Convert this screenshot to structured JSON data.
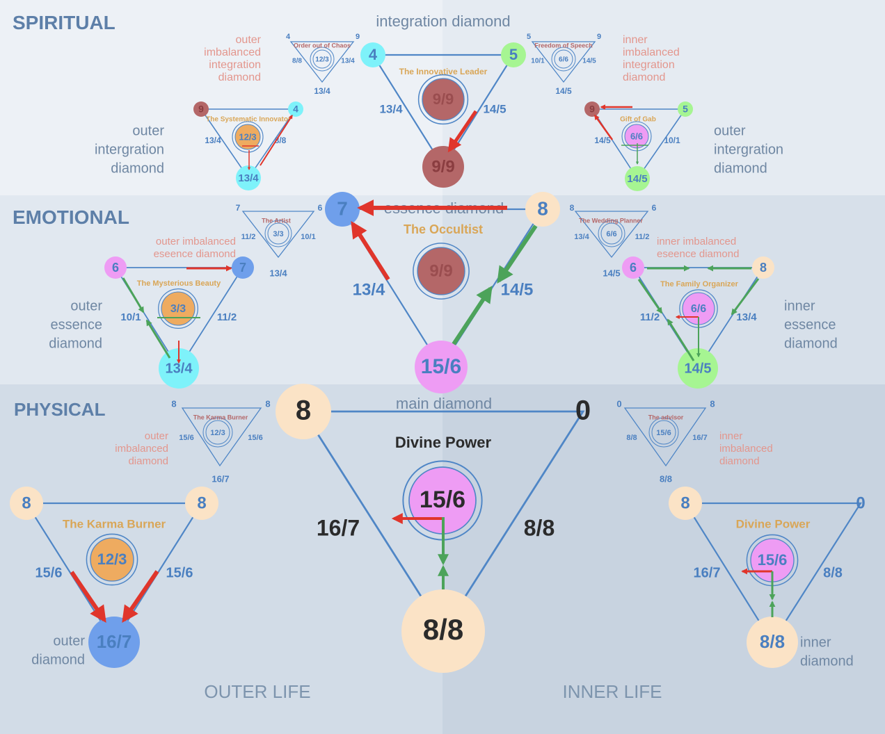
{
  "sections": {
    "spiritual": "SPIRITUAL",
    "emotional": "EMOTIONAL",
    "physical": "PHYSICAL"
  },
  "footer": {
    "outer_life": "OUTER LIFE",
    "inner_life": "INNER LIFE"
  },
  "colors": {
    "blue": "#4a7fc0",
    "stroke": "#4f86c6",
    "red": "#e0352b",
    "green": "#4ca35a",
    "gold": "#d9a657",
    "muted_red": "#e3968d",
    "cyan": "#7ef2fa",
    "lime": "#a6f592",
    "pink": "#ee9cf4",
    "peach": "#fbe3c6",
    "orange": "#eeab60",
    "maroon": "#b46768",
    "sky": "#6f9feb"
  },
  "labels": {
    "integration_diamond": "integration diamond",
    "essence_diamond": "essence diamond",
    "main_diamond": "main diamond",
    "outer_imbalanced_integration": [
      "outer",
      "imbalanced",
      "integration",
      "diamond"
    ],
    "inner_imbalanced_integration": [
      "inner",
      "imbalanced",
      "integration",
      "diamond"
    ],
    "outer_integration": [
      "outer",
      "intergration",
      "diamond"
    ],
    "inner_integration": [
      "outer",
      "intergration",
      "diamond"
    ],
    "outer_imbalanced_essence": [
      "outer imbalanced",
      "eseence diamond"
    ],
    "inner_imbalanced_essence": [
      "inner imbalanced",
      "eseence diamond"
    ],
    "outer_essence": [
      "outer",
      "essence",
      "diamond"
    ],
    "inner_essence": [
      "inner",
      "essence",
      "diamond"
    ],
    "outer_imbalanced_physical": [
      "outer",
      "imbalanced",
      "diamond"
    ],
    "inner_imbalanced_physical": [
      "inner",
      "imbalanced",
      "diamond"
    ],
    "outer_diamond": [
      "outer",
      "diamond"
    ],
    "inner_diamond": [
      "inner",
      "diamond"
    ]
  },
  "diagrams": {
    "sp_main": {
      "title": "The Innovative Leader",
      "left": "4",
      "right": "5",
      "center": "9/9",
      "side_left": "13/4",
      "side_right": "14/5",
      "bottom": "9/9"
    },
    "sp_outer_imb": {
      "title": "Order out of Chaos",
      "left": "4",
      "right": "9",
      "center": "12/3",
      "side_left": "8/8",
      "side_right": "13/4",
      "bottom": "13/4"
    },
    "sp_inner_imb": {
      "title": "Freedom of Speech",
      "left": "5",
      "right": "9",
      "center": "6/6",
      "side_left": "10/1",
      "side_right": "14/5",
      "bottom": "14/5"
    },
    "sp_outer": {
      "title": "The Systematic Innovator",
      "left": "9",
      "right": "4",
      "center": "12/3",
      "side_left": "13/4",
      "side_right": "8/8",
      "bottom": "13/4"
    },
    "sp_inner": {
      "title": "Gift of Gab",
      "left": "9",
      "right": "5",
      "center": "6/6",
      "side_left": "14/5",
      "side_right": "10/1",
      "bottom": "14/5"
    },
    "em_main": {
      "title": "The Occultist",
      "left": "7",
      "right": "8",
      "center": "9/9",
      "side_left": "13/4",
      "side_right": "14/5",
      "bottom": "15/6"
    },
    "em_outer_imb": {
      "title": "The Artist",
      "left": "7",
      "right": "6",
      "center": "3/3",
      "side_left": "11/2",
      "side_right": "10/1",
      "bottom": "13/4"
    },
    "em_inner_imb": {
      "title": "The Wedding Planner",
      "left": "8",
      "right": "6",
      "center": "6/6",
      "side_left": "13/4",
      "side_right": "11/2",
      "bottom": "14/5"
    },
    "em_outer": {
      "title": "The Mysterious Beauty",
      "left": "6",
      "right": "7",
      "center": "3/3",
      "side_left": "10/1",
      "side_right": "11/2",
      "bottom": "13/4"
    },
    "em_inner": {
      "title": "The Family Organizer",
      "left": "6",
      "right": "8",
      "center": "6/6",
      "side_left": "11/2",
      "side_right": "13/4",
      "bottom": "14/5"
    },
    "ph_main": {
      "title": "Divine Power",
      "left": "8",
      "right": "0",
      "center": "15/6",
      "side_left": "16/7",
      "side_right": "8/8",
      "bottom": "8/8"
    },
    "ph_outer_imb": {
      "title": "The Karma Burner",
      "left": "8",
      "right": "8",
      "center": "12/3",
      "side_left": "15/6",
      "side_right": "15/6",
      "bottom": "16/7"
    },
    "ph_inner_imb": {
      "title": "The advisor",
      "left": "0",
      "right": "8",
      "center": "15/6",
      "side_left": "8/8",
      "side_right": "16/7",
      "bottom": "8/8"
    },
    "ph_outer": {
      "title": "The Karma Burner",
      "left": "8",
      "right": "8",
      "center": "12/3",
      "side_left": "15/6",
      "side_right": "15/6",
      "bottom": "16/7"
    },
    "ph_inner": {
      "title": "Divine Power",
      "left": "8",
      "right": "0",
      "center": "15/6",
      "side_left": "16/7",
      "side_right": "8/8",
      "bottom": "8/8"
    }
  }
}
